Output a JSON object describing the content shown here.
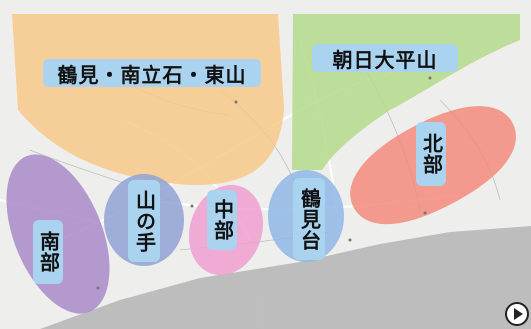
{
  "map": {
    "colors": {
      "land": "#eeeeec",
      "sea": "#bdbdbd",
      "road": "#ffffff",
      "north_west_area": "#f7c88a",
      "north_east_area": "#b4d98c",
      "nanbu": "#a98ac9",
      "yamanote": "#8fa2d6",
      "chubu": "#ee9fd0",
      "tsurumidai": "#8fb7e6",
      "hokubu": "#f48a7e",
      "label_bg": "#a9d3ef"
    },
    "areas": [
      {
        "id": "tsurumi-minamitateishi-higashiyama",
        "label": "鶴見・南立石・東山"
      },
      {
        "id": "asahi-ohira-yama",
        "label": "朝日大平山"
      },
      {
        "id": "hokubu",
        "label": "北部"
      },
      {
        "id": "nanbu",
        "label": "南部"
      },
      {
        "id": "yamanote",
        "label": "山の手"
      },
      {
        "id": "chubu",
        "label": "中部"
      },
      {
        "id": "tsurumidai",
        "label": "鶴見台"
      }
    ],
    "play_icon": "play-icon"
  }
}
